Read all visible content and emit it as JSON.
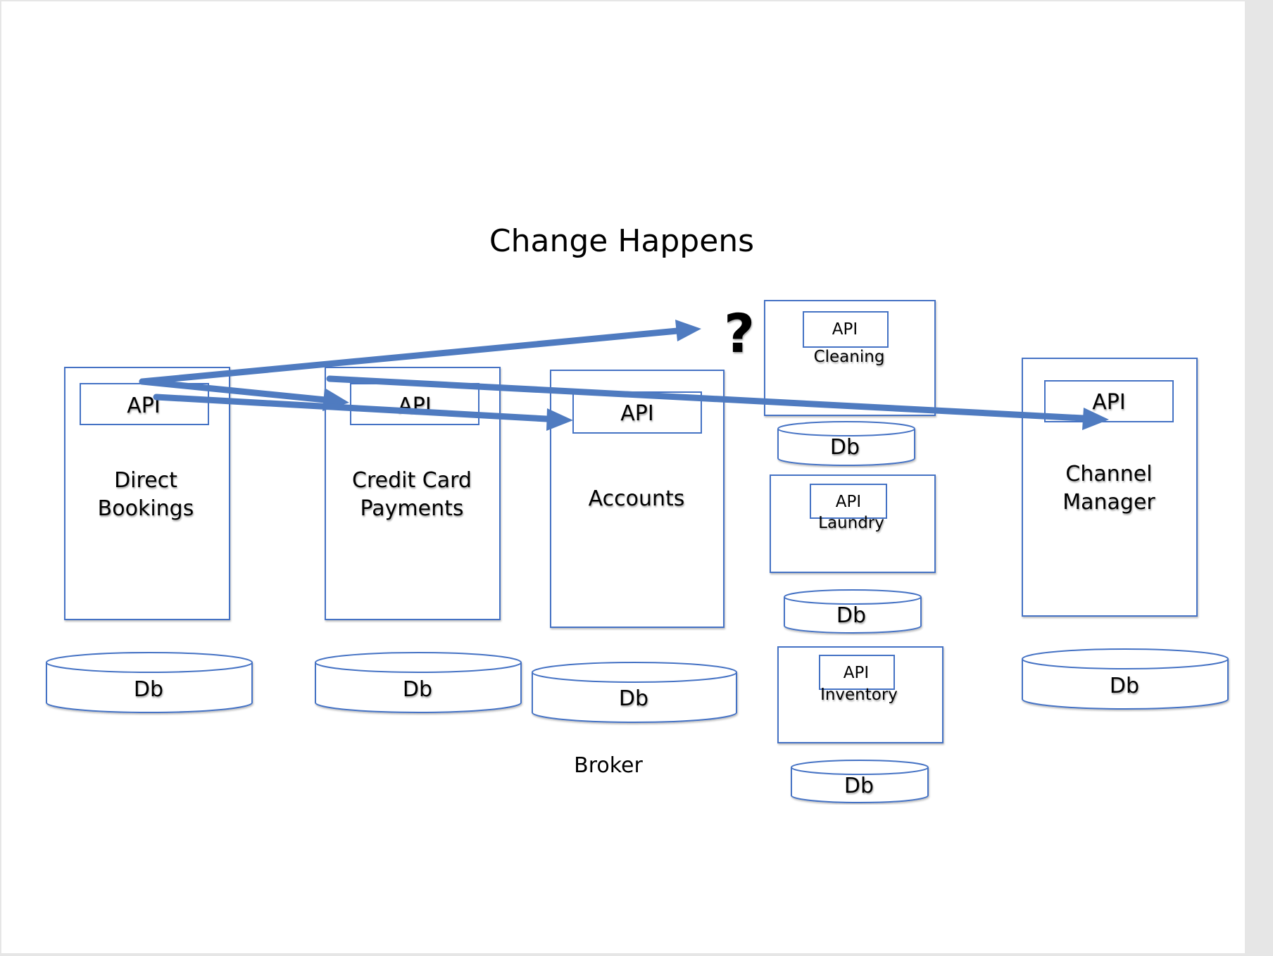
{
  "title": "Change Happens",
  "question_mark": "?",
  "broker_label": "Broker",
  "colors": {
    "box_stroke": "#4472C4",
    "arrow": "#4F7BC0",
    "text": "#000000",
    "background": "#ffffff"
  },
  "services": [
    {
      "id": "direct-bookings",
      "name_lines": [
        "Direct",
        "Bookings"
      ],
      "api": "API",
      "db": "Db"
    },
    {
      "id": "credit-card-payments",
      "name_lines": [
        "Credit Card",
        "Payments"
      ],
      "api": "API",
      "db": "Db"
    },
    {
      "id": "accounts",
      "name_lines": [
        "Accounts"
      ],
      "api": "API",
      "db": "Db"
    },
    {
      "id": "cleaning",
      "name_lines": [
        "Cleaning"
      ],
      "api": "API",
      "db": "Db"
    },
    {
      "id": "laundry",
      "name_lines": [
        "Laundry"
      ],
      "api": "API",
      "db": "Db"
    },
    {
      "id": "inventory",
      "name_lines": [
        "Inventory"
      ],
      "api": "API",
      "db": "Db"
    },
    {
      "id": "channel-manager",
      "name_lines": [
        "Channel",
        "Manager"
      ],
      "api": "API",
      "db": "Db"
    }
  ],
  "arrows": [
    {
      "from": "direct-bookings",
      "to": "question-mark"
    },
    {
      "from": "direct-bookings",
      "to": "credit-card-payments"
    },
    {
      "from": "direct-bookings",
      "to": "accounts"
    },
    {
      "from": "credit-card-payments",
      "to": "channel-manager"
    }
  ]
}
